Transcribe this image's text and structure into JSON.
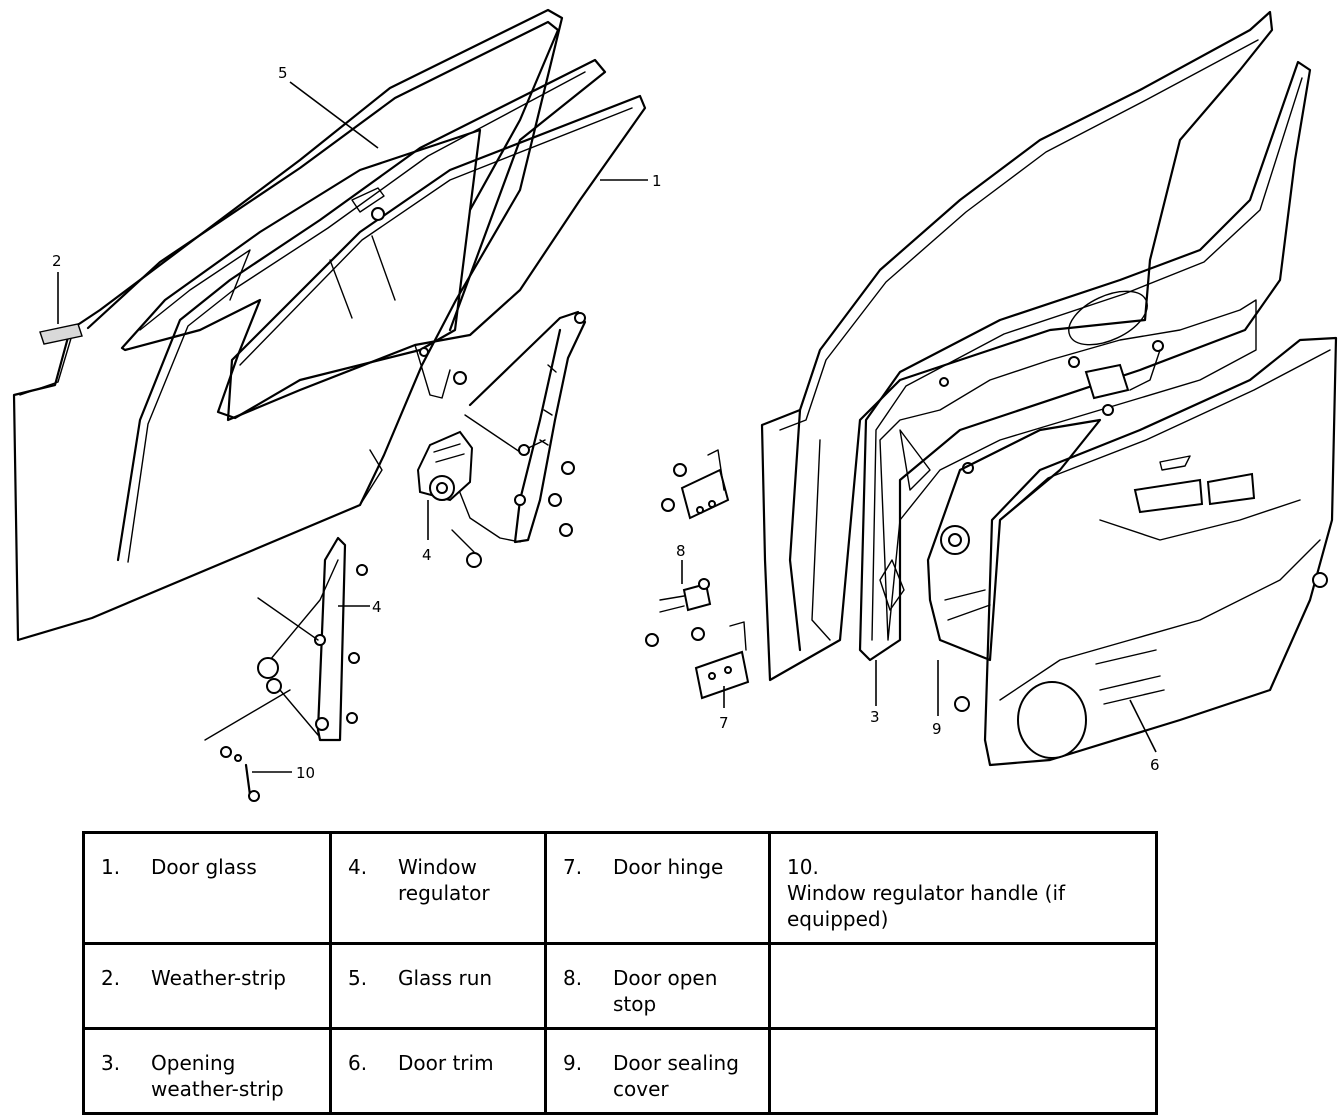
{
  "callouts": [
    "1",
    "2",
    "3",
    "4",
    "4",
    "5",
    "6",
    "7",
    "8",
    "9",
    "10"
  ],
  "legend": {
    "rows": [
      [
        {
          "num": "1.",
          "label": "Door glass"
        },
        {
          "num": "4.",
          "label": "Window regulator"
        },
        {
          "num": "7.",
          "label": "Door hinge"
        },
        {
          "num": "10.",
          "label": "Window regulator handle (if equipped)"
        }
      ],
      [
        {
          "num": "2.",
          "label": "Weather-strip"
        },
        {
          "num": "5.",
          "label": "Glass run"
        },
        {
          "num": "8.",
          "label": "Door open stop"
        },
        {
          "num": "",
          "label": ""
        }
      ],
      [
        {
          "num": "3.",
          "label": "Opening weather-strip"
        },
        {
          "num": "6.",
          "label": "Door trim"
        },
        {
          "num": "9.",
          "label": "Door sealing cover"
        },
        {
          "num": "",
          "label": ""
        }
      ]
    ]
  }
}
